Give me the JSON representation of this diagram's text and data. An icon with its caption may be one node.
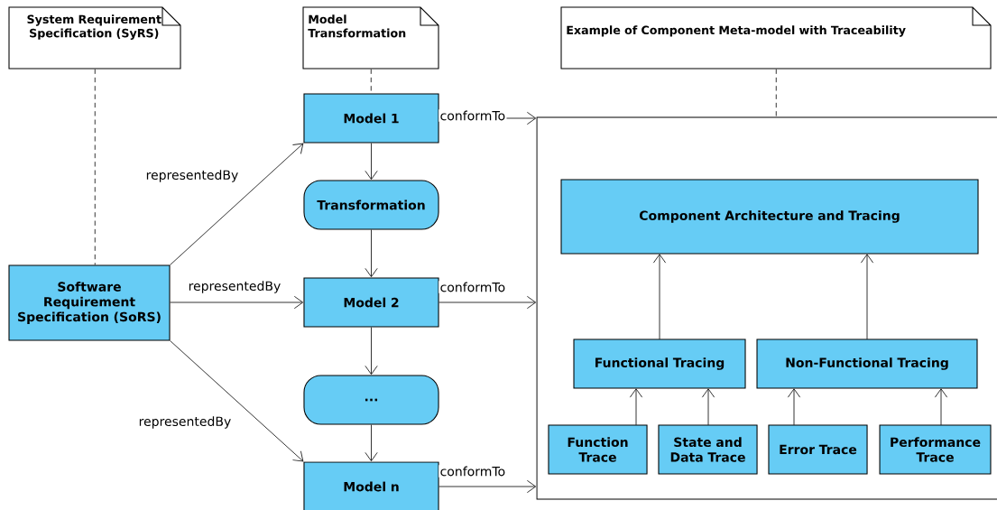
{
  "diagram": {
    "nodes": [
      {
        "text": [
          "System Requirement Specification (SyRS)"
        ]
      },
      {
        "text": [
          "Model Transformation"
        ]
      },
      {
        "text": [
          "Example of Component Meta-model with Traceability"
        ]
      },
      {
        "text": [
          "Software Requirement Specification (SoRS)"
        ]
      },
      {
        "text": [
          "Model 1"
        ]
      },
      {
        "text": [
          "Transformation"
        ]
      },
      {
        "text": [
          "Model 2"
        ]
      },
      {
        "text": [
          "..."
        ]
      },
      {
        "text": [
          "Model n"
        ]
      },
      {
        "text": [],
        "shape": "box"
      },
      {
        "text": [
          "Component Architecture and Tracing"
        ],
        "in": 9
      },
      {
        "text": [
          "Functional Tracing"
        ],
        "in": 9
      },
      {
        "text": [
          "Non-Functional Tracing"
        ],
        "in": 9
      },
      {
        "text": [
          "Function Trace"
        ],
        "in": 9
      },
      {
        "text": [
          "State and Data Trace"
        ],
        "in": 9
      },
      {
        "text": [
          "Error Trace"
        ],
        "in": 9
      },
      {
        "text": [
          "Performance Trace"
        ],
        "in": 9
      }
    ],
    "edges": [
      {
        "from": 0,
        "to": 3,
        "arrow": "none",
        "style": "dashed"
      },
      {
        "from": 1,
        "to": 4,
        "arrow": "none",
        "style": "dashed"
      },
      {
        "from": 2,
        "to": 9,
        "arrow": "none",
        "style": "dashed"
      },
      {
        "from": 3,
        "to": 4,
        "arrow": "to",
        "label": "representedBy"
      },
      {
        "from": 3,
        "to": 6,
        "arrow": "to",
        "label": "representedBy"
      },
      {
        "from": 3,
        "to": 8,
        "arrow": "to",
        "label": "representedBy"
      },
      {
        "from": 4,
        "to": 5,
        "arrow": "to"
      },
      {
        "from": 5,
        "to": 6,
        "arrow": "to"
      },
      {
        "from": 6,
        "to": 7,
        "arrow": "to"
      },
      {
        "from": 7,
        "to": 8,
        "arrow": "to"
      },
      {
        "from": 4,
        "to": 9,
        "arrow": "to",
        "label": "conformTo"
      },
      {
        "from": 6,
        "to": 9,
        "arrow": "to",
        "label": "conformTo"
      },
      {
        "from": 8,
        "to": 9,
        "arrow": "to",
        "label": "conformTo"
      },
      {
        "from": 11,
        "to": 10,
        "arrow": "to"
      },
      {
        "from": 12,
        "to": 10,
        "arrow": "to"
      },
      {
        "from": 13,
        "to": 11,
        "arrow": "to"
      },
      {
        "from": 14,
        "to": 11,
        "arrow": "to"
      },
      {
        "from": 15,
        "to": 12,
        "arrow": "to"
      },
      {
        "from": 16,
        "to": 12,
        "arrow": "to"
      }
    ]
  }
}
